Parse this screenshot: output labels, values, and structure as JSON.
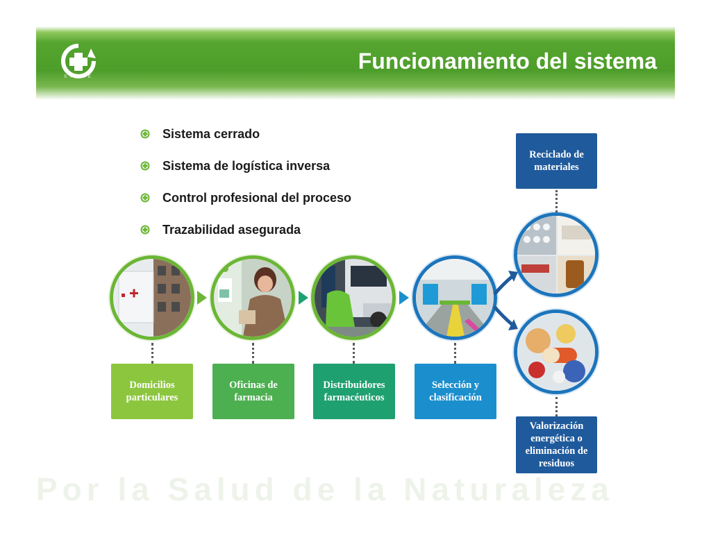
{
  "header": {
    "title": "Funcionamiento del sistema",
    "logo_text": "SIGRE"
  },
  "bullets": [
    {
      "label": "Sistema cerrado"
    },
    {
      "label": "Sistema de logística inversa"
    },
    {
      "label": "Control profesional del proceso"
    },
    {
      "label": "Trazabilidad asegurada"
    }
  ],
  "steps": [
    {
      "label": "Domicilios particulares",
      "color": "#8cc63f"
    },
    {
      "label": "Oficinas de farmacia",
      "color": "#4caf50"
    },
    {
      "label": "Distribuidores farmacéuticos",
      "color": "#1fa071"
    },
    {
      "label": "Selección y clasificación",
      "color": "#1b8fcd"
    }
  ],
  "outcomes": [
    {
      "label": "Reciclado de materiales",
      "color": "#1f5a9c"
    },
    {
      "label": "Valorización energética o eliminación de residuos",
      "color": "#1f5a9c"
    }
  ],
  "footer": {
    "slogan": "Por la Salud de la Naturaleza"
  },
  "colors": {
    "brand_green": "#4d9d2a",
    "brand_blue": "#1c75bc"
  }
}
